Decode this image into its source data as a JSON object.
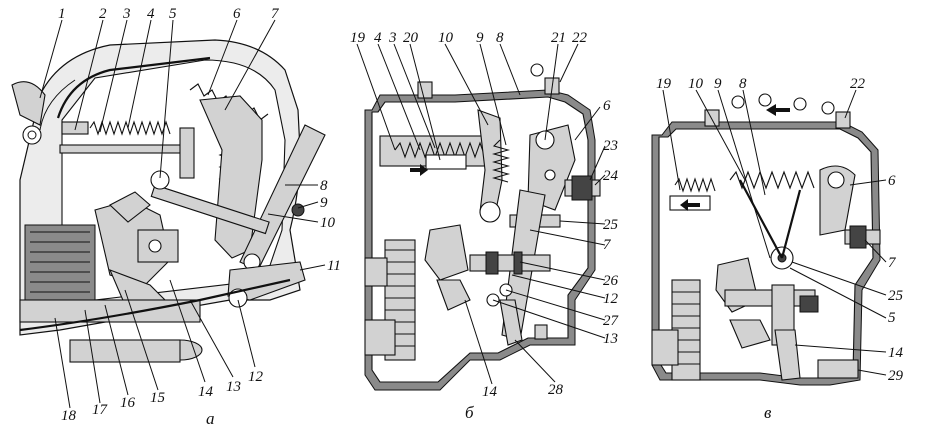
{
  "figure": {
    "panel_a": {
      "caption": "а",
      "labels": [
        "1",
        "2",
        "3",
        "4",
        "5",
        "6",
        "7",
        "8",
        "9",
        "10",
        "11",
        "12",
        "13",
        "14",
        "15",
        "16",
        "17",
        "18"
      ]
    },
    "panel_b": {
      "caption": "б",
      "labels": [
        "19",
        "4",
        "3",
        "20",
        "10",
        "9",
        "8",
        "21",
        "22",
        "6",
        "23",
        "24",
        "25",
        "7",
        "26",
        "12",
        "27",
        "13",
        "28",
        "14"
      ]
    },
    "panel_v": {
      "caption": "в",
      "labels": [
        "19",
        "10",
        "9",
        "8",
        "22",
        "6",
        "7",
        "25",
        "5",
        "14",
        "29"
      ]
    }
  }
}
